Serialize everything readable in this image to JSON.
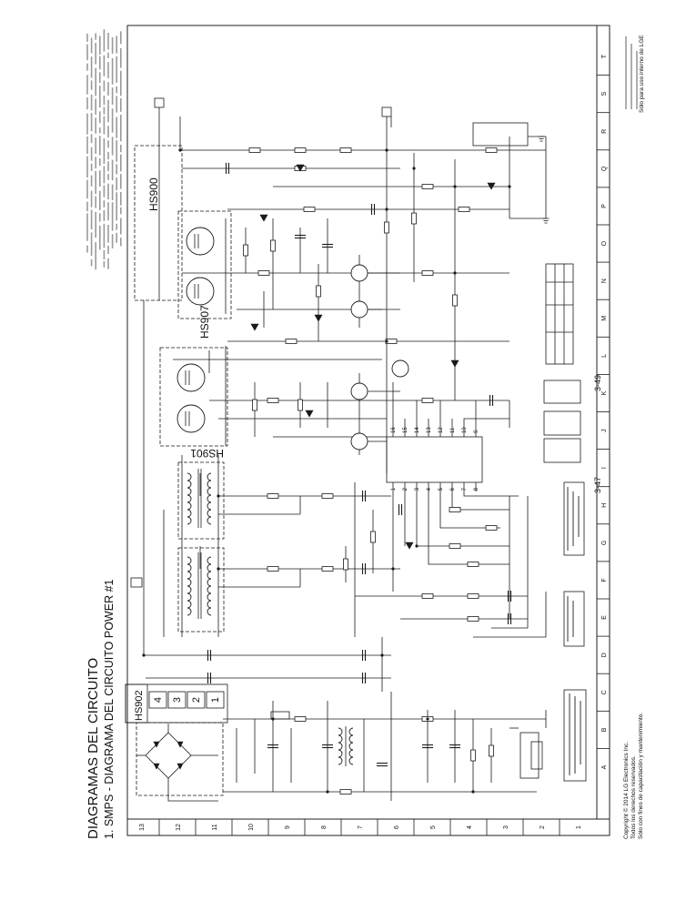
{
  "title": "DIAGRAMAS DEL CIRCUITO",
  "subtitle": "1. SMPS - DIAGRAMA DEL CIRCUITO POWER #1",
  "heatsinks": {
    "hs900": "HS900",
    "hs901": "HS901",
    "hs902": "HS902",
    "hs907": "HS907"
  },
  "hs902_terminals": [
    "4",
    "3",
    "2",
    "1"
  ],
  "ic_pins_lower": [
    "1",
    "2",
    "3",
    "4",
    "5",
    "6",
    "7",
    "8"
  ],
  "ic_pins_upper": [
    "16",
    "15",
    "14",
    "13",
    "12",
    "11",
    "10",
    "9"
  ],
  "page_refs": [
    "3-47",
    "3-49"
  ],
  "grid_columns": [
    "A",
    "B",
    "C",
    "D",
    "E",
    "F",
    "G",
    "H",
    "I",
    "J",
    "K",
    "L",
    "M",
    "N",
    "O",
    "P",
    "Q",
    "R",
    "S",
    "T"
  ],
  "grid_rows": [
    "1",
    "2",
    "3",
    "4",
    "5",
    "6",
    "7",
    "8",
    "9",
    "10",
    "11",
    "12",
    "13"
  ],
  "footer": {
    "copyright": "Copyright © 2014 LG Electronics Inc.",
    "rights": "Todos los derechos reservados.",
    "purpose": "Sólo con fines de capacitación y mantenimiento."
  },
  "internal_use": "Sólo para uso interno de LGE"
}
